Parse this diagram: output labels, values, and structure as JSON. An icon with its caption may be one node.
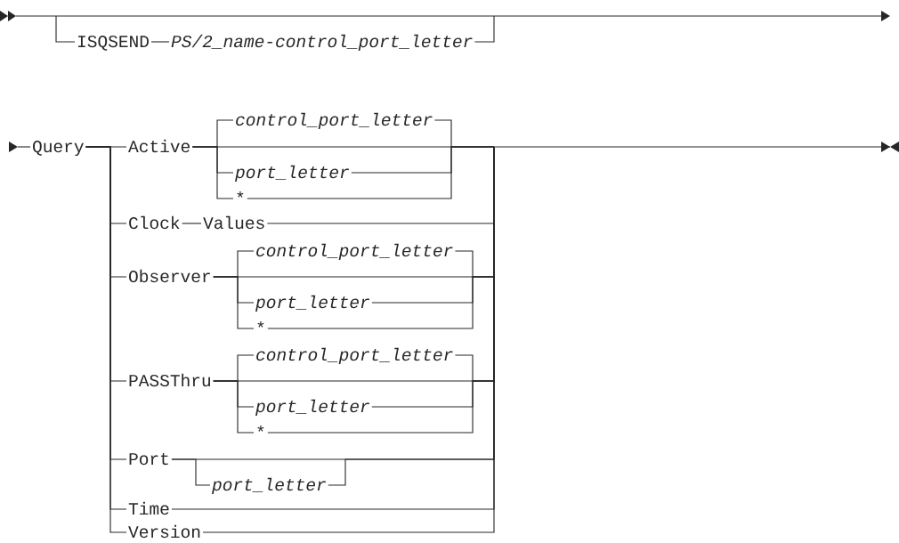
{
  "diagram": {
    "nodes": [
      {
        "text": [
          "ISQSEND"
        ]
      },
      {
        "text": [
          "PS/2_name-control_port_letter"
        ]
      },
      {
        "text": [
          "Query"
        ]
      },
      {
        "text": [
          "Active"
        ]
      },
      {
        "text": [
          "control_port_letter"
        ]
      },
      {
        "text": [
          "port_letter"
        ]
      },
      {
        "text": [
          "*"
        ]
      },
      {
        "text": [
          "Clock"
        ]
      },
      {
        "text": [
          "Values"
        ]
      },
      {
        "text": [
          "Observer"
        ]
      },
      {
        "text": [
          "control_port_letter"
        ]
      },
      {
        "text": [
          "port_letter"
        ]
      },
      {
        "text": [
          "*"
        ]
      },
      {
        "text": [
          "PASSThru"
        ]
      },
      {
        "text": [
          "control_port_letter"
        ]
      },
      {
        "text": [
          "port_letter"
        ]
      },
      {
        "text": [
          "*"
        ]
      },
      {
        "text": [
          "Port"
        ]
      },
      {
        "text": [
          "port_letter"
        ]
      },
      {
        "text": [
          "Time"
        ]
      },
      {
        "text": [
          "Version"
        ]
      }
    ],
    "edges": [
      {
        "from": null,
        "to": 0,
        "arrow": "none"
      },
      {
        "from": 0,
        "to": 1,
        "arrow": "none"
      },
      {
        "from": 1,
        "to": null,
        "arrow": "none"
      },
      {
        "from": null,
        "to": 2,
        "arrow": "to"
      },
      {
        "from": 2,
        "to": 3,
        "arrow": "none"
      },
      {
        "from": 2,
        "to": 7,
        "arrow": "none"
      },
      {
        "from": 2,
        "to": 9,
        "arrow": "none"
      },
      {
        "from": 2,
        "to": 13,
        "arrow": "none"
      },
      {
        "from": 2,
        "to": 17,
        "arrow": "none"
      },
      {
        "from": 2,
        "to": 19,
        "arrow": "none"
      },
      {
        "from": 2,
        "to": 20,
        "arrow": "none"
      },
      {
        "from": 3,
        "to": 4,
        "arrow": "none"
      },
      {
        "from": 3,
        "to": 5,
        "arrow": "none"
      },
      {
        "from": 3,
        "to": 6,
        "arrow": "none"
      },
      {
        "from": 3,
        "to": null,
        "arrow": "none"
      },
      {
        "from": 4,
        "to": null,
        "arrow": "none"
      },
      {
        "from": 5,
        "to": null,
        "arrow": "none"
      },
      {
        "from": 6,
        "to": null,
        "arrow": "none"
      },
      {
        "from": 7,
        "to": 8,
        "arrow": "none"
      },
      {
        "from": 8,
        "to": null,
        "arrow": "none"
      },
      {
        "from": 9,
        "to": 10,
        "arrow": "none"
      },
      {
        "from": 9,
        "to": 11,
        "arrow": "none"
      },
      {
        "from": 9,
        "to": 12,
        "arrow": "none"
      },
      {
        "from": 9,
        "to": null,
        "arrow": "none"
      },
      {
        "from": 10,
        "to": null,
        "arrow": "none"
      },
      {
        "from": 11,
        "to": null,
        "arrow": "none"
      },
      {
        "from": 12,
        "to": null,
        "arrow": "none"
      },
      {
        "from": 13,
        "to": 14,
        "arrow": "none"
      },
      {
        "from": 13,
        "to": 15,
        "arrow": "none"
      },
      {
        "from": 13,
        "to": 16,
        "arrow": "none"
      },
      {
        "from": 13,
        "to": null,
        "arrow": "none"
      },
      {
        "from": 14,
        "to": null,
        "arrow": "none"
      },
      {
        "from": 15,
        "to": null,
        "arrow": "none"
      },
      {
        "from": 16,
        "to": null,
        "arrow": "none"
      },
      {
        "from": 17,
        "to": 18,
        "arrow": "none"
      },
      {
        "from": 17,
        "to": null,
        "arrow": "none"
      },
      {
        "from": 18,
        "to": null,
        "arrow": "none"
      },
      {
        "from": 19,
        "to": null,
        "arrow": "none"
      },
      {
        "from": 20,
        "to": null,
        "arrow": "none"
      }
    ]
  }
}
